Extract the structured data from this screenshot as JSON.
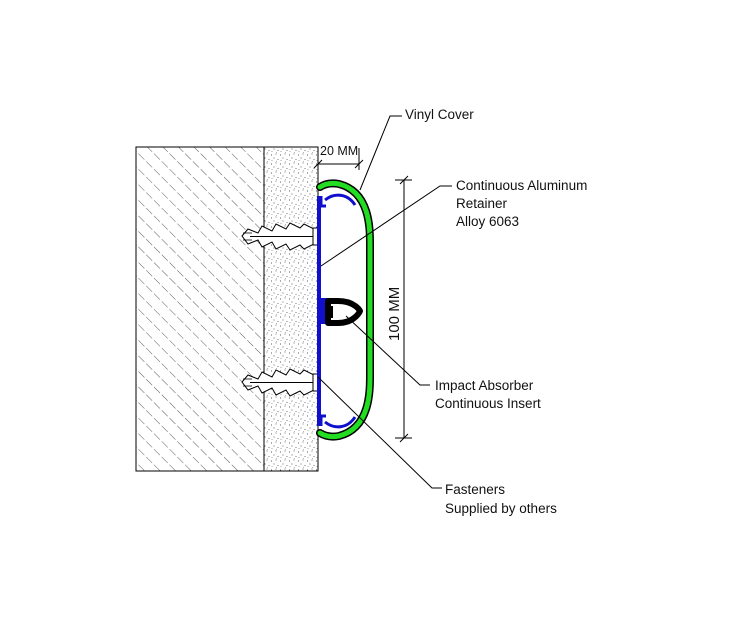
{
  "labels": {
    "vinyl_cover": "Vinyl Cover",
    "retainer_line1": "Continuous Aluminum",
    "retainer_line2": "Retainer",
    "retainer_line3": "Alloy 6063",
    "absorber_line1": "Impact Absorber",
    "absorber_line2": "Continuous Insert",
    "fasteners_line1": "Fasteners",
    "fasteners_line2": "Supplied by others"
  },
  "dimensions": {
    "width_label": "20 MM",
    "height_label": "100 MM"
  },
  "colors": {
    "vinyl_cover": "#22dd22",
    "retainer": "#1010cc",
    "absorber": "#000000",
    "line": "#000000"
  }
}
